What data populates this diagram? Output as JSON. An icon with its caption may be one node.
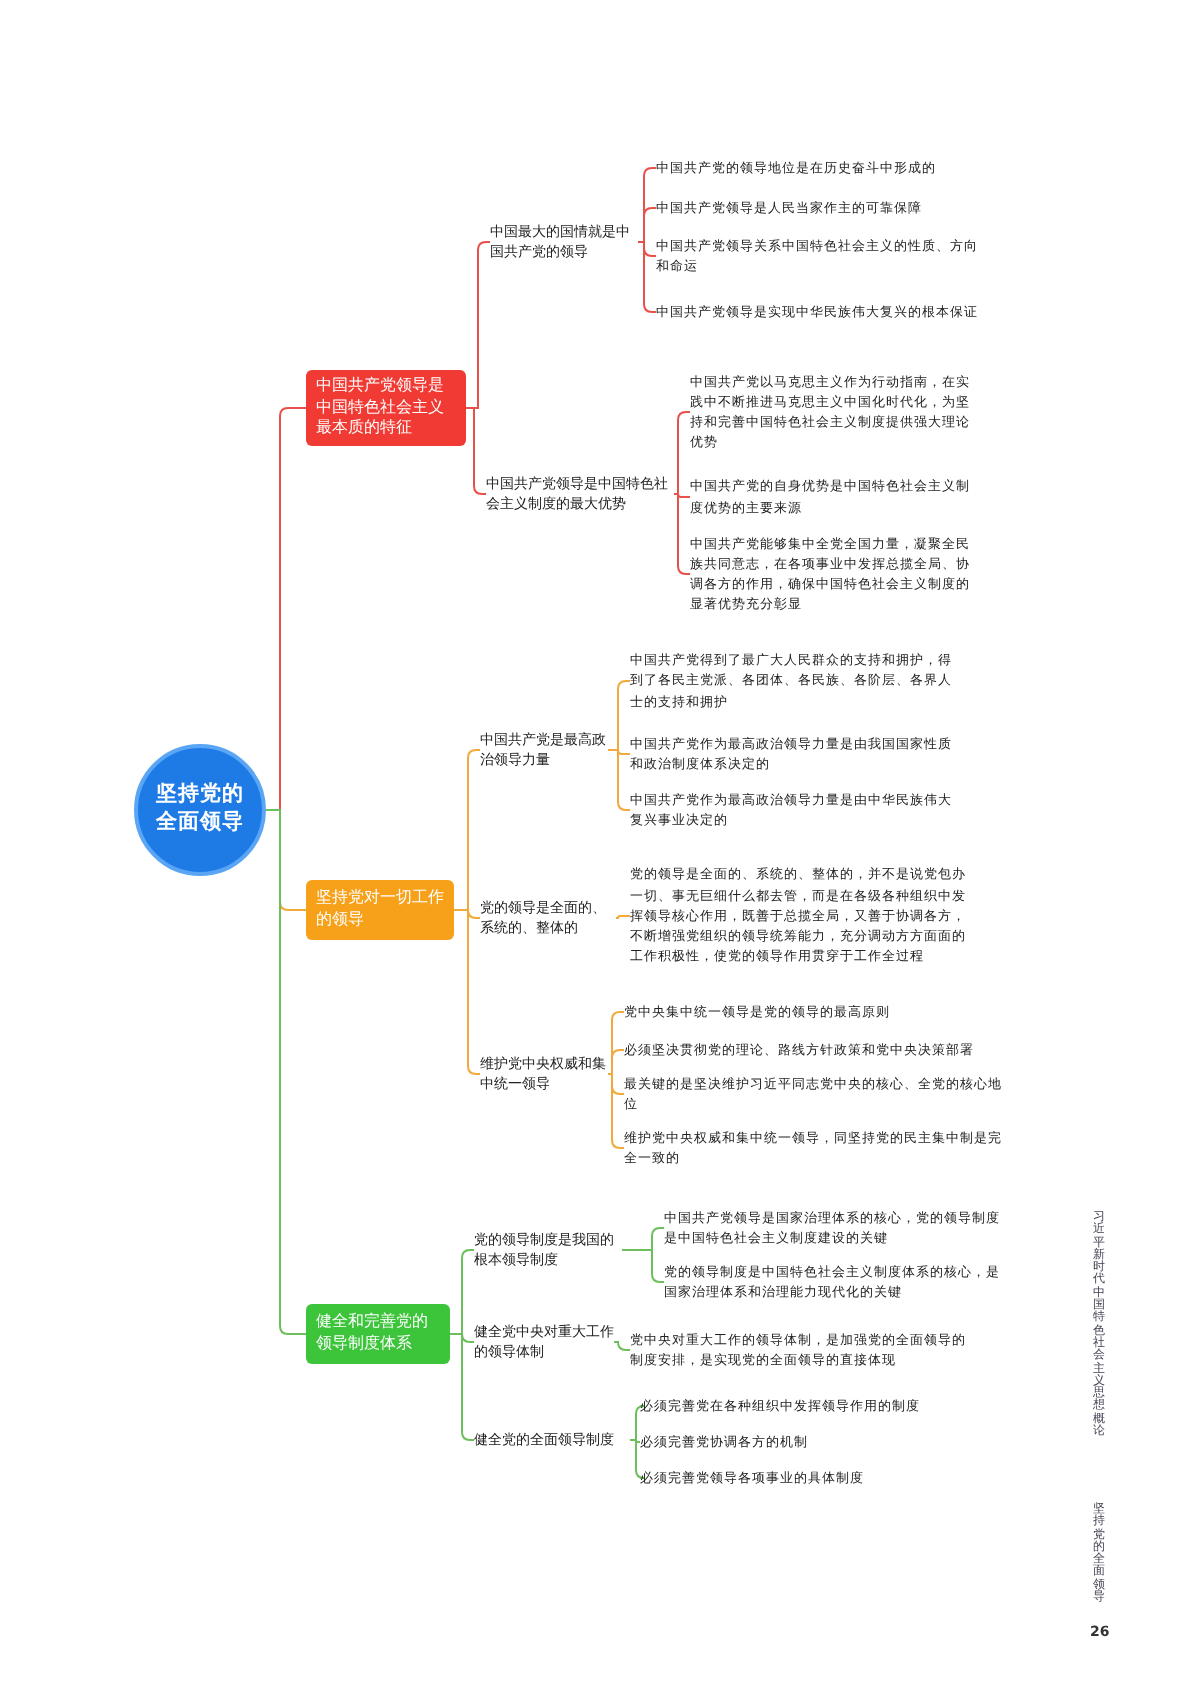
{
  "diagram": {
    "nodes": [
      {
        "text": [
          "坚持党的全面领导"
        ]
      },
      {
        "text": [
          "中国共产党领导是中国特色社会主义最本质的特征"
        ]
      },
      {
        "text": [
          "中国最大的国情就是中国共产党的领导"
        ]
      },
      {
        "text": [
          "中国共产党的领导地位是在历史奋斗中形成的"
        ]
      },
      {
        "text": [
          "中国共产党领导是人民当家作主的可靠保障"
        ]
      },
      {
        "text": [
          "中国共产党领导关系中国特色社会主义的性质、方向和命运"
        ]
      },
      {
        "text": [
          "中国共产党领导是实现中华民族伟大复兴的根本保证"
        ]
      },
      {
        "text": [
          "中国共产党领导是中国特色社会主义制度的最大优势"
        ]
      },
      {
        "text": [
          "中国共产党以马克思主义作为行动指南，在实践中不断推进马克思主义中国化时代化，为坚持和完善中国特色社会主义制度提供强大理论优势"
        ]
      },
      {
        "text": [
          "中国共产党的自身优势是中国特色社会主义制度优势的主要来源"
        ]
      },
      {
        "text": [
          "中国共产党能够集中全党全国力量，凝聚全民族共同意志，在各项事业中发挥总揽全局、协调各方的作用，确保中国特色社会主义制度的显著优势充分彰显"
        ]
      },
      {
        "text": [
          "坚持党对一切工作的领导"
        ]
      },
      {
        "text": [
          "中国共产党是最高政治领导力量"
        ]
      },
      {
        "text": [
          "中国共产党得到了最广大人民群众的支持和拥护，得到了各民主党派、各团体、各民族、各阶层、各界人士的支持和拥护"
        ]
      },
      {
        "text": [
          "中国共产党作为最高政治领导力量是由我国国家性质和政治制度体系决定的"
        ]
      },
      {
        "text": [
          "中国共产党作为最高政治领导力量是由中华民族伟大复兴事业决定的"
        ]
      },
      {
        "text": [
          "党的领导是全面的、系统的、整体的"
        ]
      },
      {
        "text": [
          "党的领导是全面的、系统的、整体的，并不是说党包办一切、事无巨细什么都去管，而是在各级各种组织中发挥领导核心作用，既善于总揽全局，又善于协调各方，不断增强党组织的领导统筹能力，充分调动方方面面的工作积极性，使党的领导作用贯穿于工作全过程"
        ]
      },
      {
        "text": [
          "维护党中央权威和集中统一领导"
        ]
      },
      {
        "text": [
          "党中央集中统一领导是党的领导的最高原则"
        ]
      },
      {
        "text": [
          "必须坚决贯彻党的理论、路线方针政策和党中央决策部署"
        ]
      },
      {
        "text": [
          "最关键的是坚决维护习近平同志党中央的核心、全党的核心地位"
        ]
      },
      {
        "text": [
          "维护党中央权威和集中统一领导，同坚持党的民主集中制是完全一致的"
        ]
      },
      {
        "text": [
          "健全和完善党的领导制度体系"
        ]
      },
      {
        "text": [
          "党的领导制度是我国的根本领导制度"
        ]
      },
      {
        "text": [
          "中国共产党领导是国家治理体系的核心，党的领导制度是中国特色社会主义制度建设的关键"
        ]
      },
      {
        "text": [
          "党的领导制度是中国特色社会主义制度体系的核心，是国家治理体系和治理能力现代化的关键"
        ]
      },
      {
        "text": [
          "健全党中央对重大工作的领导体制"
        ]
      },
      {
        "text": [
          "党中央对重大工作的领导体制，是加强党的全面领导的制度安排，是实现党的全面领导的直接体现"
        ]
      },
      {
        "text": [
          "健全党的全面领导制度"
        ]
      },
      {
        "text": [
          "必须完善党在各种组织中发挥领导作用的制度"
        ]
      },
      {
        "text": [
          "必须完善党协调各方的机制"
        ]
      },
      {
        "text": [
          "必须完善党领导各项事业的具体制度"
        ]
      }
    ],
    "edges": [
      {
        "from": 0,
        "to": 1,
        "arrow": "none",
        "color": "#e8504a"
      },
      {
        "from": 1,
        "to": 2,
        "arrow": "none",
        "color": "#e8504a"
      },
      {
        "from": 2,
        "to": 3,
        "arrow": "none",
        "color": "#e8504a"
      },
      {
        "from": 2,
        "to": 4,
        "arrow": "none",
        "color": "#e8504a"
      },
      {
        "from": 2,
        "to": 5,
        "arrow": "none",
        "color": "#e8504a"
      },
      {
        "from": 2,
        "to": 6,
        "arrow": "none",
        "color": "#e8504a"
      },
      {
        "from": 1,
        "to": 7,
        "arrow": "none",
        "color": "#e8504a"
      },
      {
        "from": 7,
        "to": 8,
        "arrow": "none",
        "color": "#e8504a"
      },
      {
        "from": 7,
        "to": 9,
        "arrow": "none",
        "color": "#e8504a"
      },
      {
        "from": 7,
        "to": 10,
        "arrow": "none",
        "color": "#e8504a"
      },
      {
        "from": 0,
        "to": 11,
        "arrow": "none"
      },
      {
        "from": 11,
        "to": 12,
        "arrow": "none"
      },
      {
        "from": 12,
        "to": 13,
        "arrow": "none"
      },
      {
        "from": 12,
        "to": 14,
        "arrow": "none"
      },
      {
        "from": 12,
        "to": 15,
        "arrow": "none"
      },
      {
        "from": 11,
        "to": 16,
        "arrow": "none"
      },
      {
        "from": 16,
        "to": 17,
        "arrow": "none"
      },
      {
        "from": 11,
        "to": 18,
        "arrow": "none"
      },
      {
        "from": 18,
        "to": 19,
        "arrow": "none"
      },
      {
        "from": 18,
        "to": 20,
        "arrow": "none"
      },
      {
        "from": 18,
        "to": 21,
        "arrow": "none"
      },
      {
        "from": 18,
        "to": 22,
        "arrow": "none"
      },
      {
        "from": 0,
        "to": 23,
        "arrow": "none",
        "color": "#6cbf5c"
      },
      {
        "from": 23,
        "to": 24,
        "arrow": "none",
        "color": "#6cbf5c"
      },
      {
        "from": 24,
        "to": 25,
        "arrow": "none",
        "color": "#6cbf5c"
      },
      {
        "from": 24,
        "to": 26,
        "arrow": "none",
        "color": "#6cbf5c"
      },
      {
        "from": 23,
        "to": 27,
        "arrow": "none",
        "color": "#6cbf5c"
      },
      {
        "from": 27,
        "to": 28,
        "arrow": "none",
        "color": "#6cbf5c"
      },
      {
        "from": 23,
        "to": 29,
        "arrow": "none",
        "color": "#6cbf5c"
      },
      {
        "from": 29,
        "to": 30,
        "arrow": "none",
        "color": "#6cbf5c"
      },
      {
        "from": 29,
        "to": 31,
        "arrow": "none",
        "color": "#6cbf5c"
      },
      {
        "from": 29,
        "to": 32,
        "arrow": "none",
        "color": "#6cbf5c"
      }
    ],
    "labels": [
      "习近平新时代中国特色社会主义思想概论",
      "坚持党的全面领导",
      "26"
    ]
  }
}
